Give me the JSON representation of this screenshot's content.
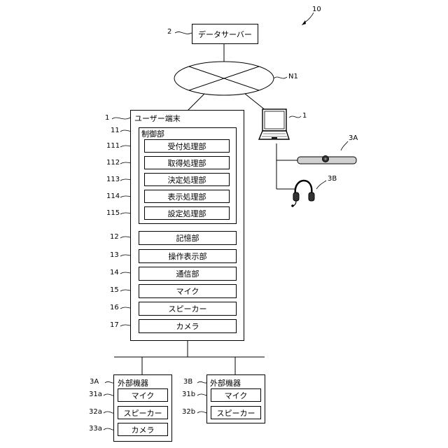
{
  "figure_ref": "10",
  "server": {
    "ref": "2",
    "label": "データサーバー"
  },
  "network": {
    "ref": "N1"
  },
  "user_terminal": {
    "ref": "1",
    "label": "ユーザー端末",
    "control": {
      "ref": "11",
      "label": "制御部",
      "units": [
        {
          "ref": "111",
          "label": "受付処理部"
        },
        {
          "ref": "112",
          "label": "取得処理部"
        },
        {
          "ref": "113",
          "label": "決定処理部"
        },
        {
          "ref": "114",
          "label": "表示処理部"
        },
        {
          "ref": "115",
          "label": "設定処理部"
        }
      ]
    },
    "components": [
      {
        "ref": "12",
        "label": "記憶部"
      },
      {
        "ref": "13",
        "label": "操作表示部"
      },
      {
        "ref": "14",
        "label": "通信部"
      },
      {
        "ref": "15",
        "label": "マイク"
      },
      {
        "ref": "16",
        "label": "スピーカー"
      },
      {
        "ref": "17",
        "label": "カメラ"
      }
    ]
  },
  "laptop": {
    "ref": "1"
  },
  "device_3a_icon": {
    "ref": "3A"
  },
  "device_3b_icon": {
    "ref": "3B"
  },
  "external_3a": {
    "ref": "3A",
    "label": "外部機器",
    "items": [
      {
        "ref": "31a",
        "label": "マイク"
      },
      {
        "ref": "32a",
        "label": "スピーカー"
      },
      {
        "ref": "33a",
        "label": "カメラ"
      }
    ]
  },
  "external_3b": {
    "ref": "3B",
    "label": "外部機器",
    "items": [
      {
        "ref": "31b",
        "label": "マイク"
      },
      {
        "ref": "32b",
        "label": "スピーカー"
      }
    ]
  }
}
